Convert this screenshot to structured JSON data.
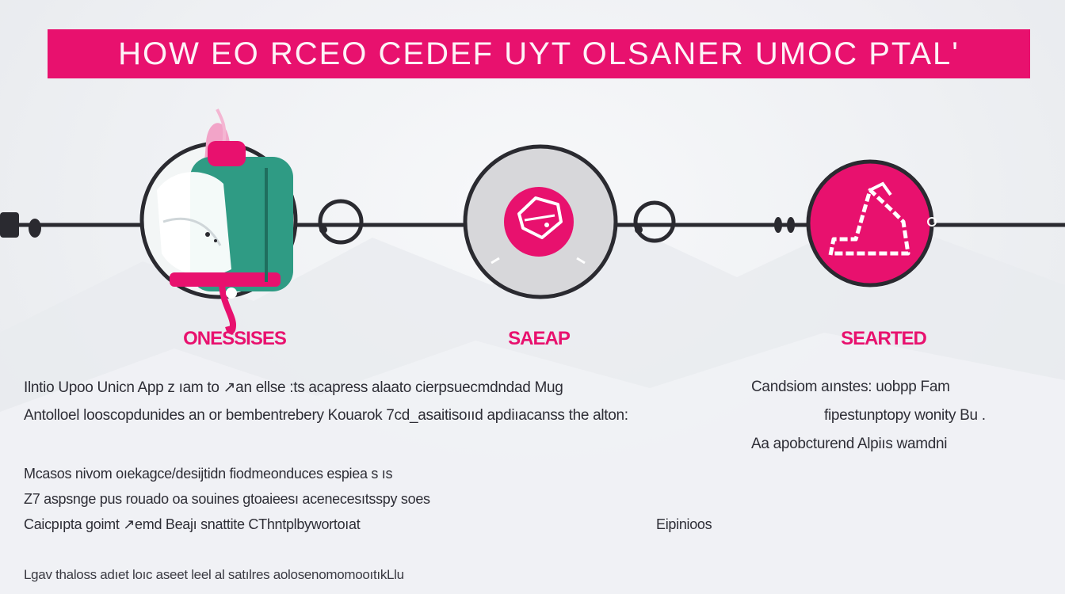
{
  "banner": {
    "title": "HOW EO RCEO  CEDEF  UYT  OLSANER  UMOC PTAL'",
    "color": "#e8116e"
  },
  "steps": [
    {
      "label": "ONESSISES",
      "icon": "backpack-icon"
    },
    {
      "label": "SAEAP",
      "icon": "diamond-icon"
    },
    {
      "label": "SEARTED",
      "icon": "mountain-route-icon"
    }
  ],
  "body": {
    "para1_line1": "Ilntio Upoo Unicn App z ıam to ↗an ellse :ts acapress alaato cierpsuecmdndad Mug",
    "para1_line2": "Antolloel looscopdunides an or bembentrebery  Kouarok 7cd_asaitisoııd apdiıacanss the alton:",
    "right_line1": "Candsiom aınstes: uobpp Fam",
    "right_line2": "fipestunptopy wonity Bu .",
    "right_line3": "Aa apobcturend Alpiıs wamdni",
    "para2_line1": "Mcasos nivom  oıekagce/desijtidn  fiodmeonduces  espiea  s ıs",
    "para2_line2": "Z7 aspsnge  pus rouado  oa souines  gtoaieesı acenecesıtsspy  soes",
    "para2_line3": "Caicpıpta goimt ↗emd  Beajı  snattite CThntplbywortoıat",
    "para2_right": "Eipinioos",
    "footer_line": "Lgav thaloss adıet loıc aseet  leel  al satılres  aolosenomomooıtıkLlu"
  }
}
